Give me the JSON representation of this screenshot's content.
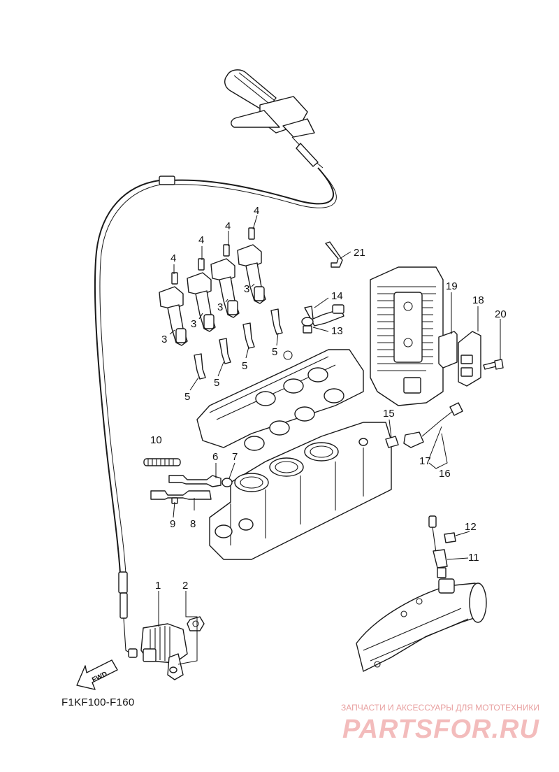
{
  "diagram": {
    "code": "F1KF100-F160",
    "fwd_label": "FWD"
  },
  "callouts": [
    "1",
    "2",
    "3",
    "3",
    "3",
    "3",
    "4",
    "4",
    "4",
    "4",
    "5",
    "5",
    "5",
    "5",
    "6",
    "7",
    "8",
    "9",
    "10",
    "11",
    "12",
    "13",
    "14",
    "15",
    "16",
    "17",
    "18",
    "19",
    "20",
    "21"
  ],
  "watermark": {
    "tagline": "ЗАПЧАСТИ И АКСЕССУАРЫ ДЛЯ МОТОТЕХНИКИ",
    "logo": "PARTSFOR.RU"
  }
}
